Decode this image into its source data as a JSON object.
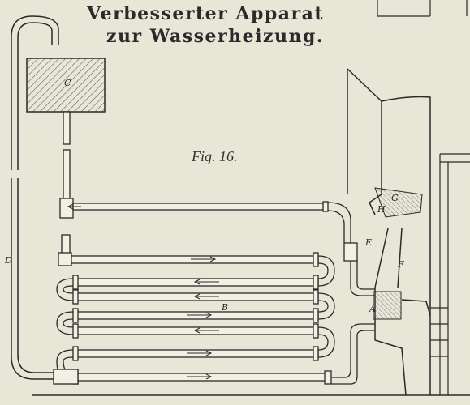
{
  "title": {
    "line1": "Verbesserter Apparat",
    "line2": "zur Wasserheizung."
  },
  "figure_label": "Fig. 16.",
  "labels": {
    "A": "A",
    "B": "B",
    "C": "C",
    "D": "D",
    "E": "E",
    "F": "F",
    "G": "G",
    "H": "H"
  },
  "colors": {
    "paper": "#e8e6d6",
    "ink": "#2a2a2a",
    "pipe_fill": "#f2f0e3"
  }
}
